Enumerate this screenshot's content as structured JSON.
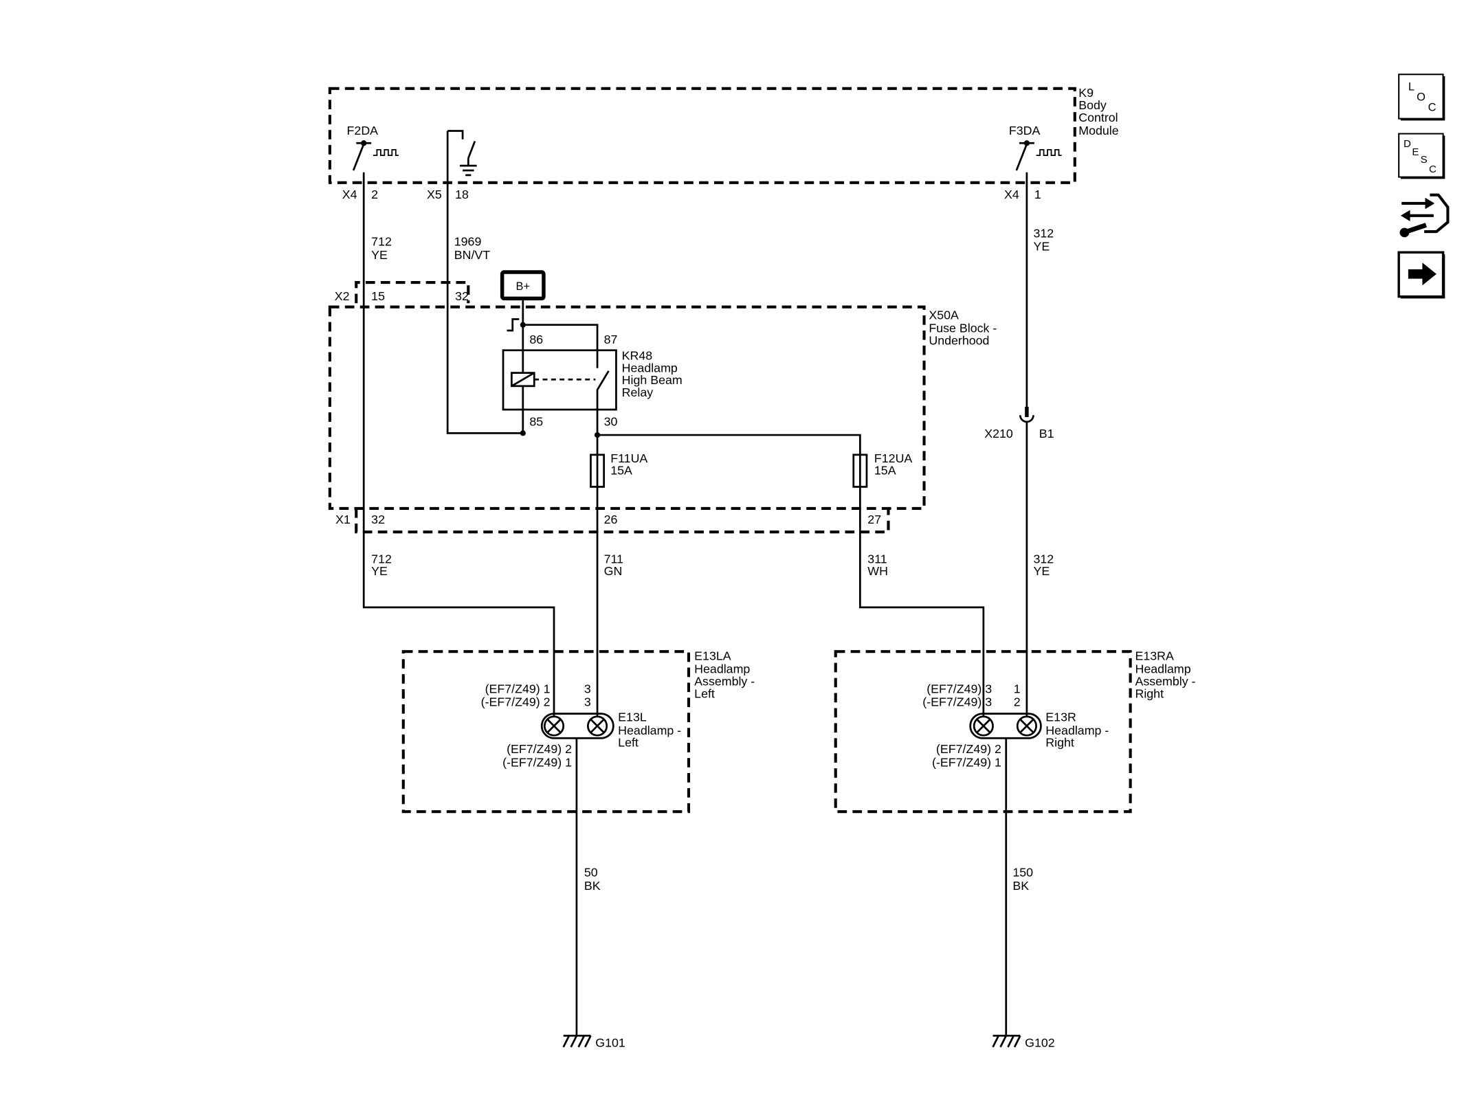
{
  "colors": {
    "line": "#000000",
    "background": "#ffffff"
  },
  "nav_icons": {
    "loc_letters": [
      "L",
      "O",
      "C"
    ],
    "desc_letters": [
      "D",
      "E",
      "S",
      "C"
    ],
    "connector_icon": "connector-repair-icon",
    "next_icon": "arrow-right-icon"
  },
  "k9": {
    "label": [
      "K9",
      "Body",
      "Control",
      "Module"
    ],
    "f2da": "F2DA",
    "f3da": "F3DA",
    "x4_left": {
      "connector": "X4",
      "pin": "2"
    },
    "x5": {
      "connector": "X5",
      "pin": "18"
    },
    "x4_right": {
      "connector": "X4",
      "pin": "1"
    }
  },
  "wires": {
    "c712_upper": {
      "circuit": "712",
      "color": "YE"
    },
    "c1969": {
      "circuit": "1969",
      "color": "BN/VT"
    },
    "c312_upper": {
      "circuit": "312",
      "color": "YE"
    },
    "c712_lower": {
      "circuit": "712",
      "color": "YE"
    },
    "c711": {
      "circuit": "711",
      "color": "GN"
    },
    "c311": {
      "circuit": "311",
      "color": "WH"
    },
    "c312_lower": {
      "circuit": "312",
      "color": "YE"
    },
    "c50": {
      "circuit": "50",
      "color": "BK"
    },
    "c150": {
      "circuit": "150",
      "color": "BK"
    }
  },
  "x2": {
    "connector": "X2",
    "pins": [
      "15",
      "32"
    ]
  },
  "battery": "B+",
  "x50a": {
    "label": [
      "X50A",
      "Fuse Block -",
      "Underhood"
    ]
  },
  "relay": {
    "label": [
      "KR48",
      "Headlamp",
      "High Beam",
      "Relay"
    ],
    "pin_86": "86",
    "pin_87": "87",
    "pin_85": "85",
    "pin_30": "30"
  },
  "fuses": {
    "f11ua": {
      "name": "F11UA",
      "rating": "15A"
    },
    "f12ua": {
      "name": "F12UA",
      "rating": "15A"
    }
  },
  "x210": {
    "connector": "X210",
    "pin": "B1"
  },
  "x1": {
    "connector": "X1",
    "pins": [
      "32",
      "26",
      "27"
    ]
  },
  "left_assembly": {
    "label": [
      "E13LA",
      "Headlamp",
      "Assembly -",
      "Left"
    ],
    "input_pins": [
      "(EF7/Z49) 1",
      "(-EF7/Z49) 2"
    ],
    "input_pins_2": [
      "3",
      "3"
    ],
    "lamp_label": [
      "E13L",
      "Headlamp -",
      "Left"
    ],
    "output_pins": [
      "(EF7/Z49) 2",
      "(-EF7/Z49) 1"
    ]
  },
  "right_assembly": {
    "label": [
      "E13RA",
      "Headlamp",
      "Assembly -",
      "Right"
    ],
    "input_pins": [
      "(EF7/Z49) 3",
      "(-EF7/Z49) 3"
    ],
    "input_pins_2": [
      "1",
      "2"
    ],
    "lamp_label": [
      "E13R",
      "Headlamp -",
      "Right"
    ],
    "output_pins": [
      "(EF7/Z49) 2",
      "(-EF7/Z49) 1"
    ]
  },
  "grounds": {
    "left": "G101",
    "right": "G102"
  }
}
